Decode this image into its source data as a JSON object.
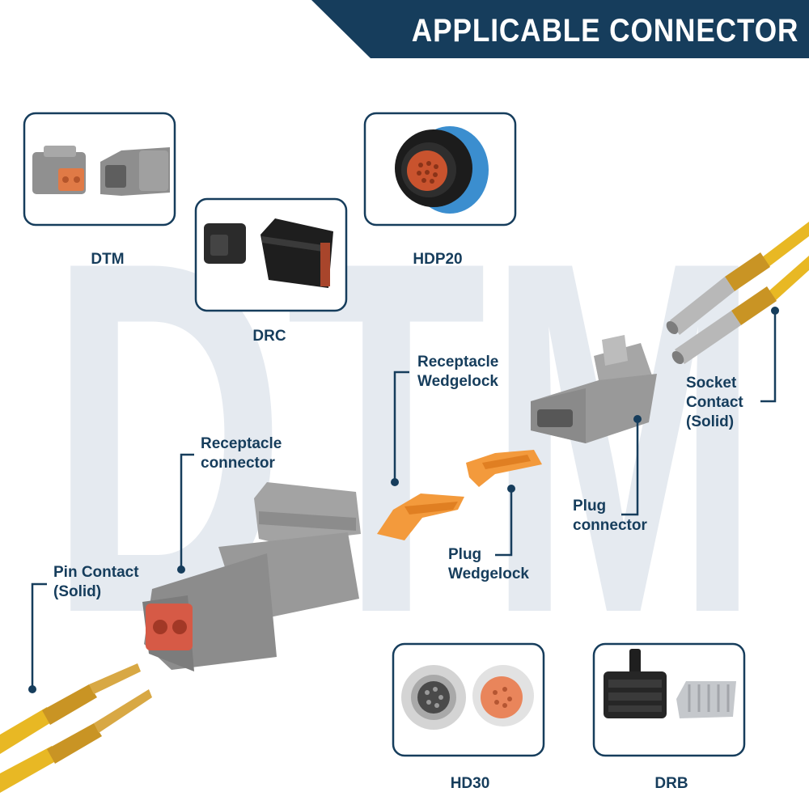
{
  "heading": "APPLICABLE CONNECTOR",
  "watermark": "DTM",
  "connector_types": [
    {
      "id": "dtm",
      "label": "DTM"
    },
    {
      "id": "drc",
      "label": "DRC"
    },
    {
      "id": "hdp20",
      "label": "HDP20"
    },
    {
      "id": "hd30",
      "label": "HD30"
    },
    {
      "id": "drb",
      "label": "DRB"
    }
  ],
  "callouts": {
    "receptacle_wedgelock": [
      "Receptacle",
      "Wedgelock"
    ],
    "socket_contact": [
      "Socket",
      "Contact",
      "(Solid)"
    ],
    "receptacle_connector": [
      "Receptacle",
      "connector"
    ],
    "plug_connector": [
      "Plug",
      "connector"
    ],
    "plug_wedgelock": [
      "Plug",
      "Wedgelock"
    ],
    "pin_contact": [
      "Pin Contact",
      "(Solid)"
    ]
  },
  "colors": {
    "navy": "#163d5c",
    "watermark": "#e5eaf0",
    "connector_gray": "#8f8f8f",
    "wedgelock_orange": "#f39a3c",
    "wire_yellow": "#e8b824"
  }
}
